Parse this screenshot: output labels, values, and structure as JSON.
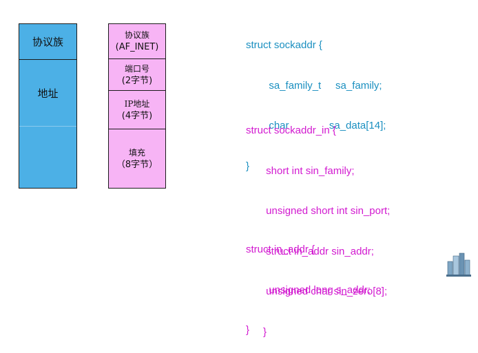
{
  "generic_struct": {
    "cells": [
      "协议族",
      "地址",
      ""
    ]
  },
  "inet_struct": {
    "cells": [
      {
        "line1": "协议族",
        "line2": "(AF_INET)"
      },
      {
        "line1": "端口号",
        "line2": "(2字节)"
      },
      {
        "line1": "IP地址",
        "line2": "(4字节)"
      },
      {
        "line1": "填充",
        "line2": "（8字节）"
      }
    ]
  },
  "code": {
    "sockaddr": [
      "struct sockaddr {",
      "        sa_family_t     sa_family;",
      "        char              sa_data[14];",
      "}"
    ],
    "sockaddr_in": [
      "struct sockaddr_in {",
      "       short int sin_family;",
      "       unsigned short int sin_port;",
      "       struct in_addr sin_addr;",
      "       unsigned char sin_zero[8];",
      "      }"
    ],
    "in_addr": [
      "struct in_addr {",
      "        unsigned long s_addr;",
      "}"
    ]
  },
  "colors": {
    "generic_fill": "#4cb0e6",
    "inet_fill": "#f7b4f5",
    "code_teal": "#1a8fc0",
    "code_pink": "#d21ad0"
  },
  "decor": {
    "icon": "buildings-icon"
  }
}
